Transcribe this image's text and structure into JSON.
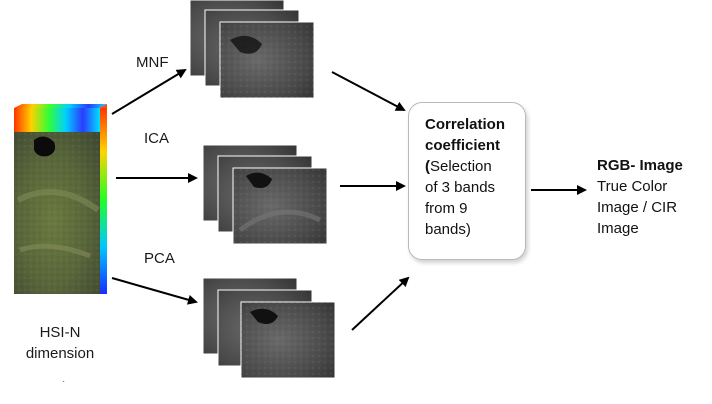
{
  "input": {
    "caption_line1": "HSI-N",
    "caption_line2": "dimension"
  },
  "methods": [
    {
      "label": "MNF"
    },
    {
      "label": "ICA"
    },
    {
      "label": "PCA"
    }
  ],
  "selection_box": {
    "title_line1": "Correlation",
    "title_line2": "coefficient",
    "paren_open": "(",
    "body_line1": "Selection",
    "body_line2": "of 3 bands",
    "body_line3": "from 9",
    "body_line4": "bands)"
  },
  "output": {
    "title": "RGB- Image",
    "line1": "True Color",
    "line2": "Image / CIR",
    "line3": "Image"
  },
  "colors": {
    "arrow": "#000000",
    "box_border": "#b9b9b9"
  }
}
